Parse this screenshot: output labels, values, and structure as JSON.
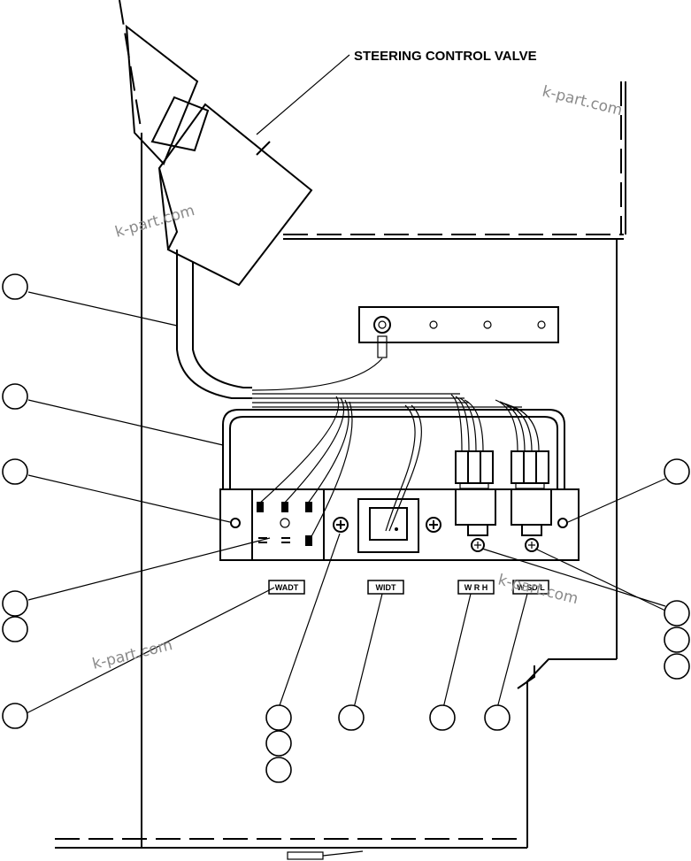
{
  "labels": {
    "steering_control_valve": "STEERING CONTROL VALVE"
  },
  "tags": {
    "wadt": "WADT",
    "widt": "WIDT",
    "wrh": "W R H",
    "wsd": "W SD L"
  },
  "watermark": "k-part.com",
  "icons": {
    "callout": "circle-callout-icon",
    "screw": "screw-head-icon",
    "ring_terminal": "ring-terminal-icon"
  }
}
